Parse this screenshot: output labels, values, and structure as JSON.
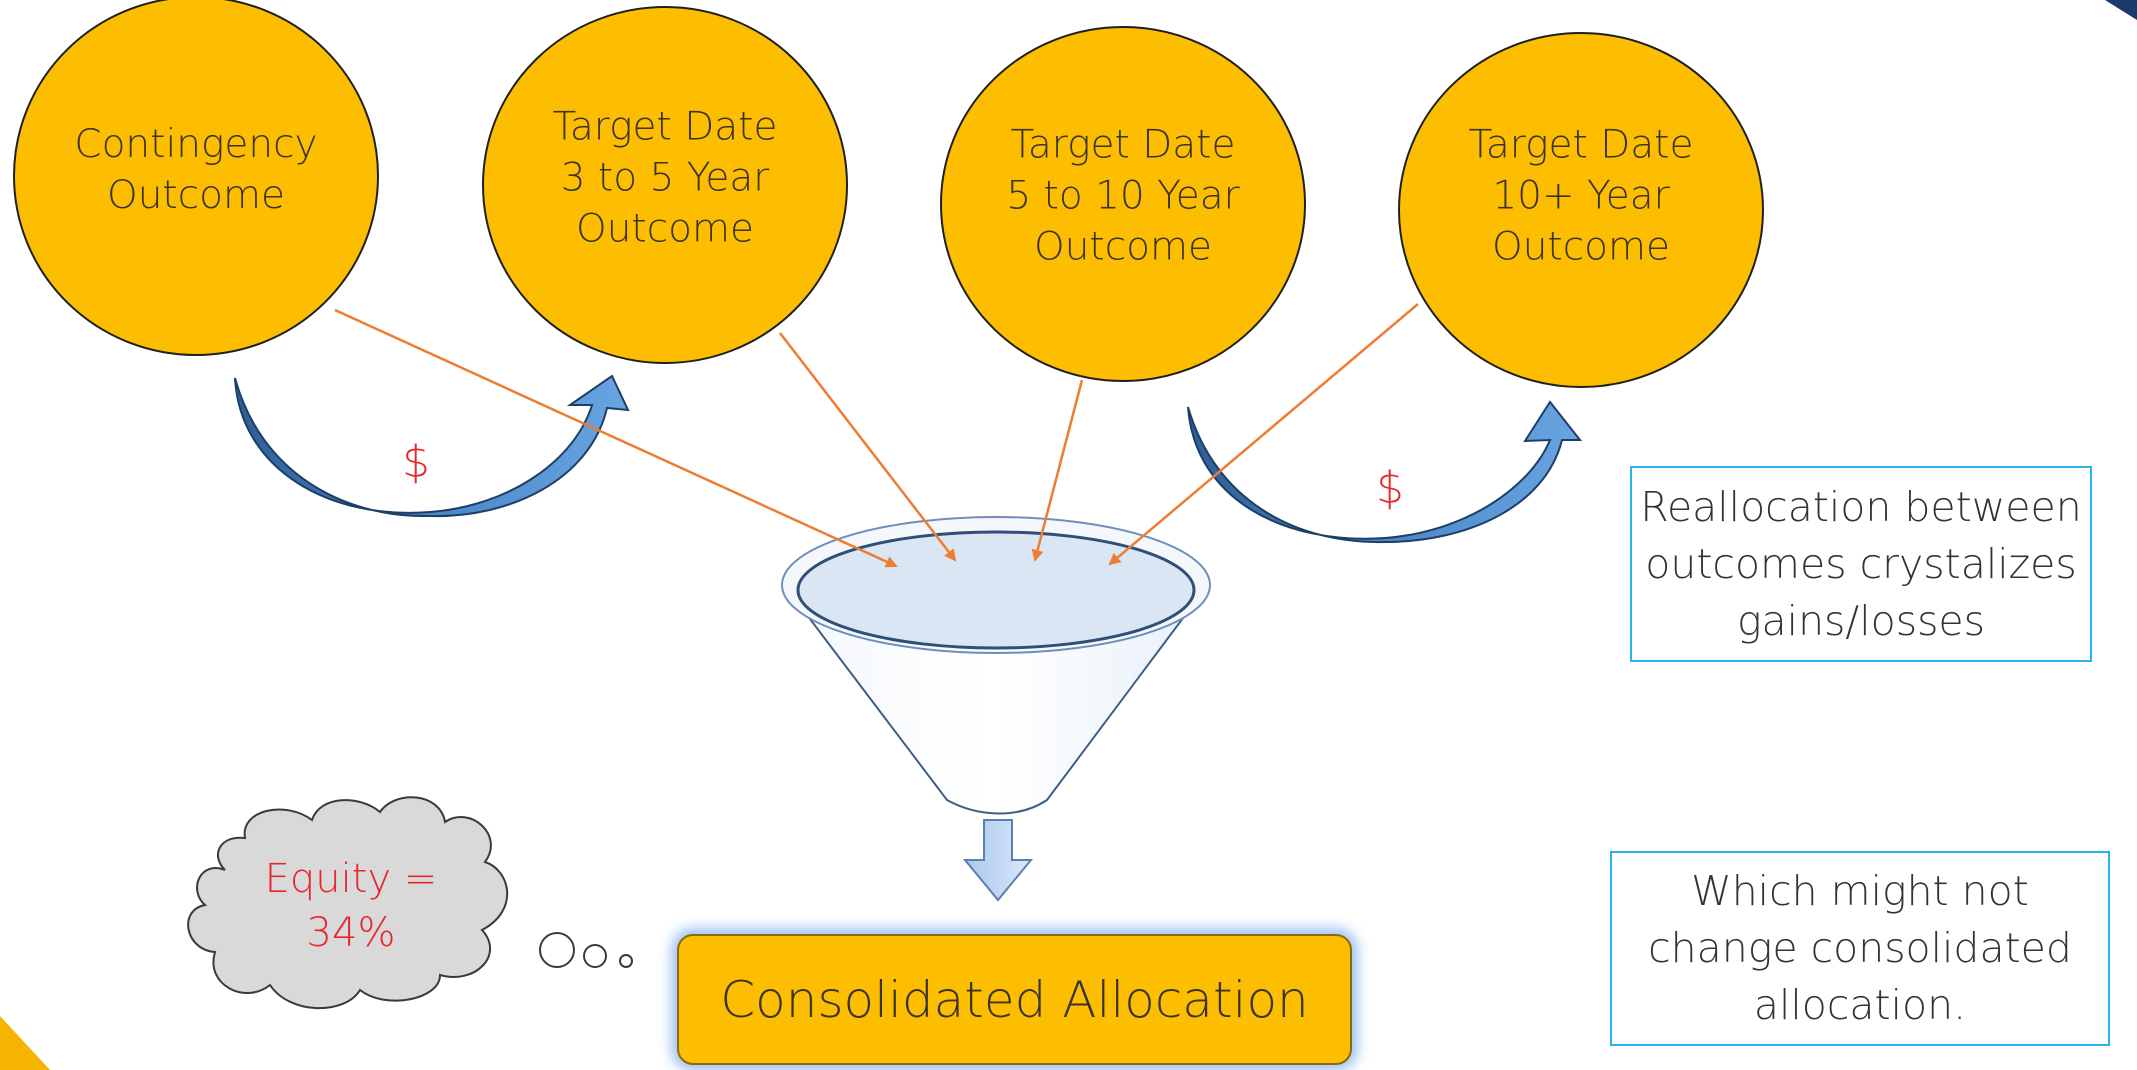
{
  "outcomes": [
    {
      "lines": [
        "Contingency",
        "Outcome"
      ]
    },
    {
      "lines": [
        "Target Date",
        "3 to 5 Year",
        "Outcome"
      ]
    },
    {
      "lines": [
        "Target Date",
        "5 to 10 Year",
        "Outcome"
      ]
    },
    {
      "lines": [
        "Target Date",
        "10+ Year",
        "Outcome"
      ]
    }
  ],
  "transfer_symbol": "$",
  "notes": {
    "reallocation": [
      "Reallocation between",
      "outcomes crystalizes",
      "gains/losses"
    ],
    "consolidated_effect": [
      "Which might not",
      "change consolidated",
      "allocation."
    ]
  },
  "thought_bubble": [
    "Equity =",
    "34%"
  ],
  "result_label": "Consolidated Allocation",
  "colors": {
    "outcome_fill": "#fdbe01",
    "arrow_orange": "#ed7d31",
    "curved_arrow": "#4a86c8",
    "dollar": "#e8262d",
    "note_border": "#2ab3e8",
    "cloud_fill": "#d9d9d9"
  }
}
